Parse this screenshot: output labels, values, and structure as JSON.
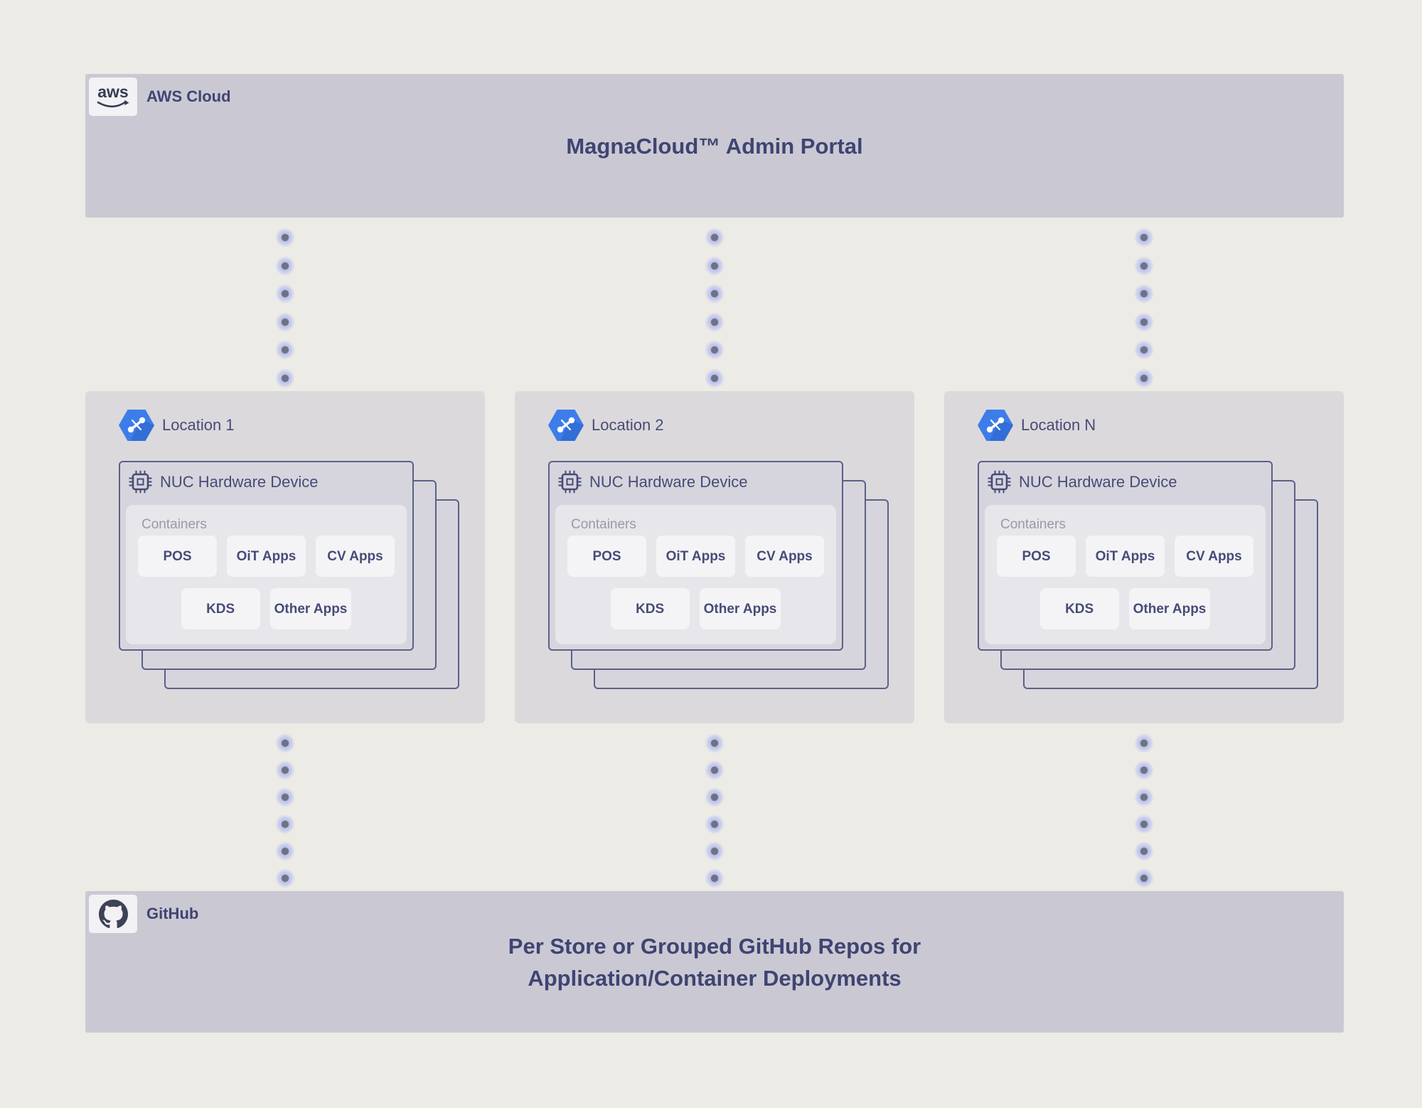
{
  "colors": {
    "page_bg": "#ecebe6",
    "bar_bg": "#cac9d3",
    "location_bg": "#dbd9dc",
    "card_bg": "#d6d5dd",
    "card_border": "#5c6086",
    "containers_bg": "#e7e6ea",
    "chip_bg": "#f4f4f6",
    "heading_text": "#3f4472",
    "label_text": "#474b77",
    "muted_text": "#989aa8",
    "dot_core": "#6e7285",
    "dot_glow": "#c3c8ee",
    "hex_blue": "#3d7de9",
    "hex_blue_dark": "#2c63c6",
    "logo_dark": "#363c55"
  },
  "aws_section": {
    "logo_text": "aws",
    "label": "AWS Cloud",
    "title": "MagnaCloud™ Admin Portal"
  },
  "locations": [
    {
      "label": "Location 1",
      "device_title": "NUC Hardware Device",
      "containers_label": "Containers",
      "chips_row1": [
        "POS",
        "OiT Apps",
        "CV Apps"
      ],
      "chips_row2": [
        "KDS",
        "Other Apps"
      ]
    },
    {
      "label": "Location 2",
      "device_title": "NUC Hardware Device",
      "containers_label": "Containers",
      "chips_row1": [
        "POS",
        "OiT Apps",
        "CV Apps"
      ],
      "chips_row2": [
        "KDS",
        "Other Apps"
      ]
    },
    {
      "label": "Location N",
      "device_title": "NUC Hardware Device",
      "containers_label": "Containers",
      "chips_row1": [
        "POS",
        "OiT Apps",
        "CV Apps"
      ],
      "chips_row2": [
        "KDS",
        "Other Apps"
      ]
    }
  ],
  "github_section": {
    "label": "GitHub",
    "title_line1": "Per Store or Grouped GitHub Repos for",
    "title_line2": "Application/Container Deployments"
  }
}
